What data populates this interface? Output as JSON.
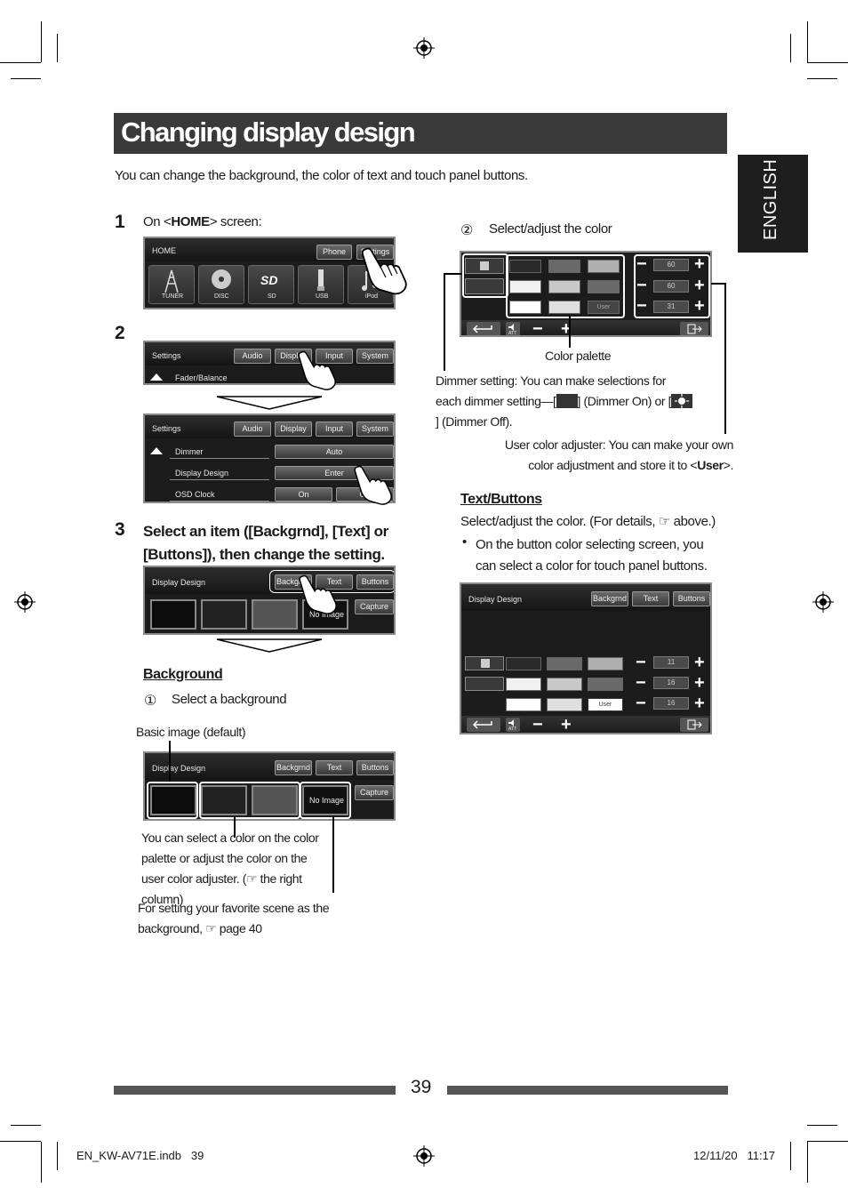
{
  "page": {
    "title": "Changing display design",
    "language_tab": "ENGLISH",
    "intro": "You can change the background, the color of text and touch panel buttons.",
    "page_number": "39"
  },
  "step1": {
    "num": "1",
    "text_pre": "On <",
    "text_bold": "HOME",
    "text_post": "> screen:",
    "screen": {
      "title": "HOME",
      "phone": "Phone",
      "settings": "Settings",
      "icons": [
        "TUNER",
        "DISC",
        "SD",
        "USB",
        "iPod"
      ]
    }
  },
  "step2": {
    "num": "2",
    "screen_a": {
      "title": "Settings",
      "tabs": [
        "Audio",
        "Display",
        "Input",
        "System"
      ],
      "row": "Fader/Balance"
    },
    "screen_b": {
      "title": "Settings",
      "tabs": [
        "Audio",
        "Display",
        "Input",
        "System"
      ],
      "rows": [
        {
          "label": "Dimmer",
          "value": "Auto"
        },
        {
          "label": "Display Design",
          "value": "Enter"
        },
        {
          "label": "OSD Clock",
          "value": "On",
          "value2": "Off"
        }
      ]
    }
  },
  "step3": {
    "num": "3",
    "heading": "Select an item ([Backgrnd], [Text] or [Buttons]), then change the setting.",
    "screen": {
      "title": "Display Design",
      "tabs": [
        "Backgrnd",
        "Text",
        "Buttons"
      ],
      "capture": "Capture",
      "no_image": "No Image"
    }
  },
  "background": {
    "heading": "Background",
    "item1_num": "①",
    "item1": "Select a background",
    "basic_image": "Basic image (default)",
    "color_note": "You can select a color on the color palette or adjust the color on the user color adjuster. (☞ the right column)",
    "favorite_note": "For setting your favorite scene as the background, ☞ page 40",
    "screen": {
      "title": "Display Design",
      "tabs": [
        "Backgrnd",
        "Text",
        "Buttons"
      ],
      "capture": "Capture",
      "no_image": "No Image"
    }
  },
  "right": {
    "item2_num": "②",
    "item2": "Select/adjust the color",
    "palette_screen": {
      "values": [
        "60",
        "60",
        "31"
      ],
      "user": "User",
      "att": "ATT"
    },
    "color_palette": "Color palette",
    "dimmer_note_a": "Dimmer setting: You can make selections for each dimmer setting—[",
    "dimmer_note_b": "] (Dimmer On) or [",
    "dimmer_note_c": "] (Dimmer Off).",
    "user_adjuster_a": "User color adjuster: You can make your own color adjustment and store it to <",
    "user_adjuster_bold": "User",
    "user_adjuster_b": ">.",
    "text_buttons_heading": "Text/Buttons",
    "text_buttons_desc": "Select/adjust the color. (For details, ☞ above.)",
    "bullet": "On the button color selecting screen, you can select a color for touch panel buttons.",
    "buttons_screen": {
      "title": "Display Design",
      "tabs": [
        "Backgrnd",
        "Text",
        "Buttons"
      ],
      "values": [
        "11",
        "16",
        "16"
      ],
      "user": "User",
      "att": "ATT"
    }
  },
  "footer": {
    "file": "EN_KW-AV71E.indb   39",
    "date": "12/11/20   11:17"
  }
}
